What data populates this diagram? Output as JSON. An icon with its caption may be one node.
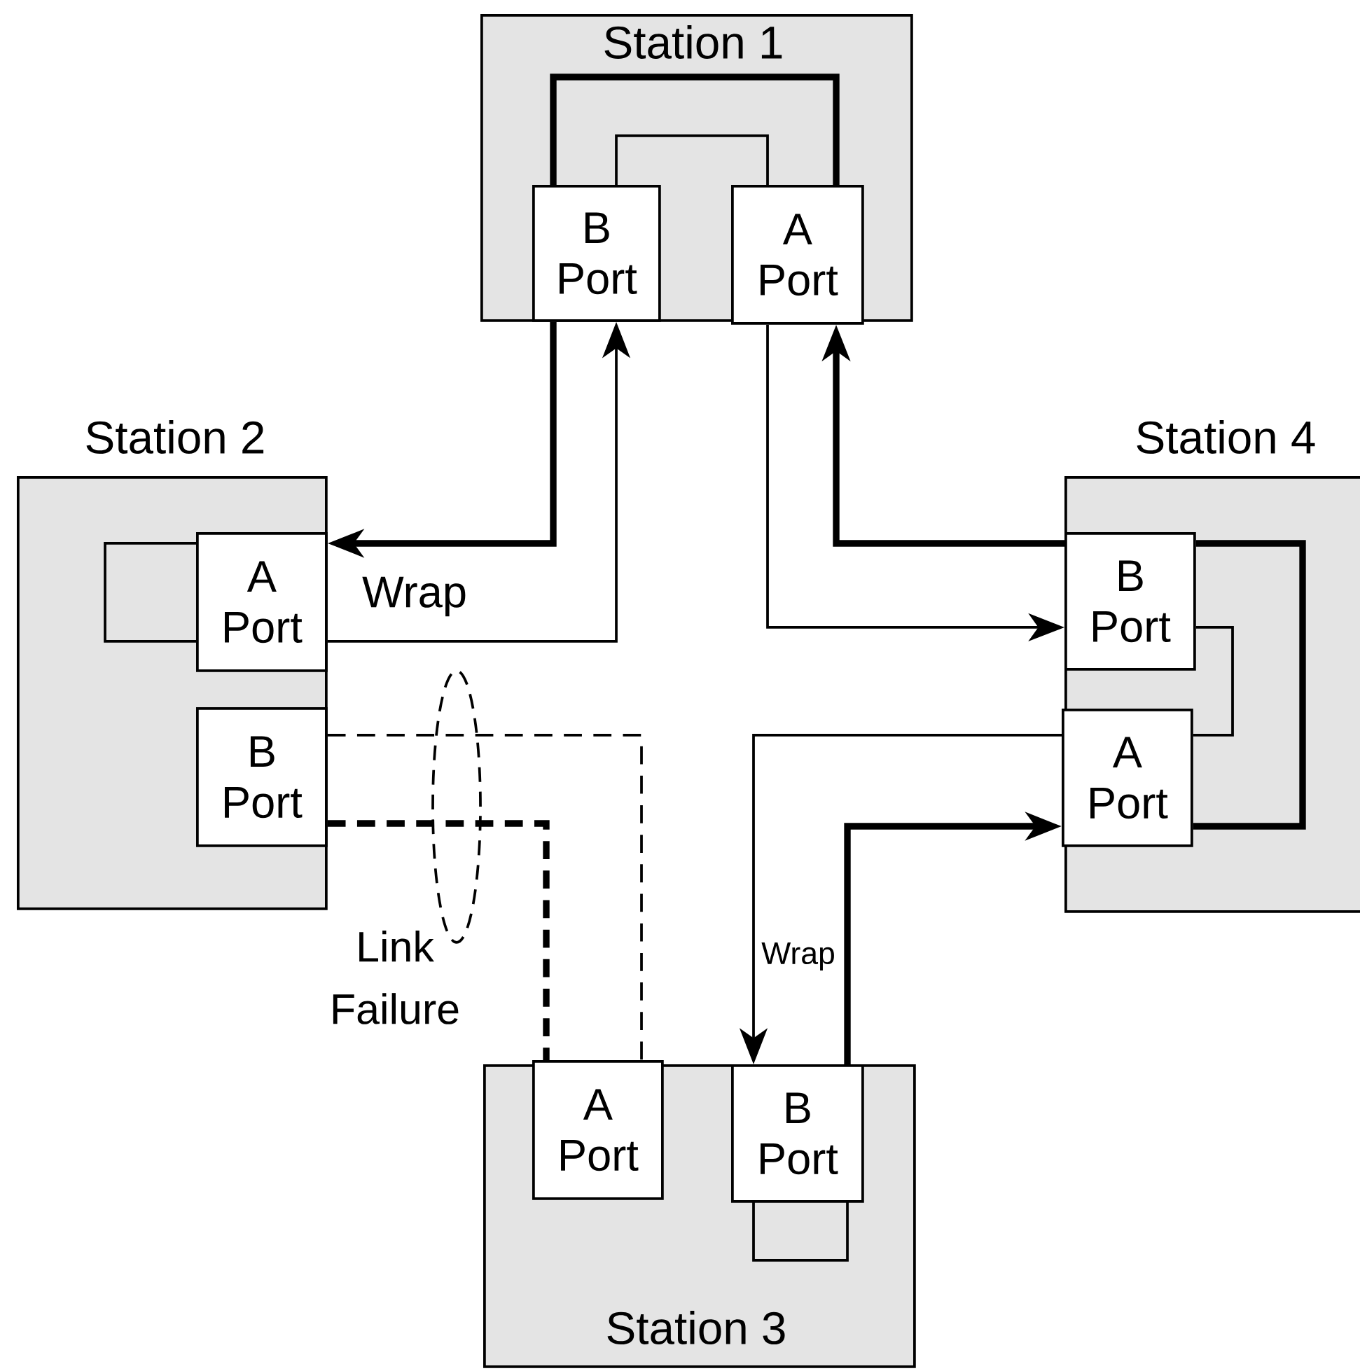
{
  "diagram": {
    "nodes": [
      {
        "text": [
          "Station 1"
        ]
      },
      {
        "text": [
          "B Port"
        ],
        "in": 0
      },
      {
        "text": [
          "A Port"
        ],
        "in": 0
      },
      {
        "text": [
          "Station 2"
        ]
      },
      {
        "text": [
          "A Port"
        ],
        "in": 3
      },
      {
        "text": [
          "B Port"
        ],
        "in": 3
      },
      {
        "text": [
          "Station 4"
        ]
      },
      {
        "text": [
          "B Port"
        ],
        "in": 6
      },
      {
        "text": [
          "A Port"
        ],
        "in": 6
      },
      {
        "text": [
          "Station 3"
        ]
      },
      {
        "text": [
          "A Port"
        ],
        "in": 9
      },
      {
        "text": [
          "B Port"
        ],
        "in": 9
      }
    ],
    "edges": [
      {
        "from": 11,
        "to": 8,
        "arrow": "to",
        "style": "thick"
      },
      {
        "from": 7,
        "to": 2,
        "arrow": "to",
        "style": "thick"
      },
      {
        "from": 1,
        "to": 4,
        "arrow": "to",
        "style": "thick"
      },
      {
        "from": 4,
        "to": 1,
        "arrow": "to",
        "label": "Wrap"
      },
      {
        "from": 2,
        "to": 7,
        "arrow": "to"
      },
      {
        "from": 8,
        "to": 11,
        "arrow": "to",
        "label": "Wrap"
      },
      {
        "from": 5,
        "to": 10,
        "arrow": "none",
        "style": "dashed"
      },
      {
        "from": 5,
        "to": 10,
        "arrow": "none",
        "style": "dashed"
      },
      {
        "from": 2,
        "to": 1,
        "arrow": "none",
        "style": "thick"
      },
      {
        "from": 1,
        "to": 2,
        "arrow": "none"
      },
      {
        "from": 8,
        "to": 7,
        "arrow": "none",
        "style": "thick"
      },
      {
        "from": 7,
        "to": 8,
        "arrow": "none"
      }
    ],
    "labels": [
      "Link Failure"
    ]
  }
}
